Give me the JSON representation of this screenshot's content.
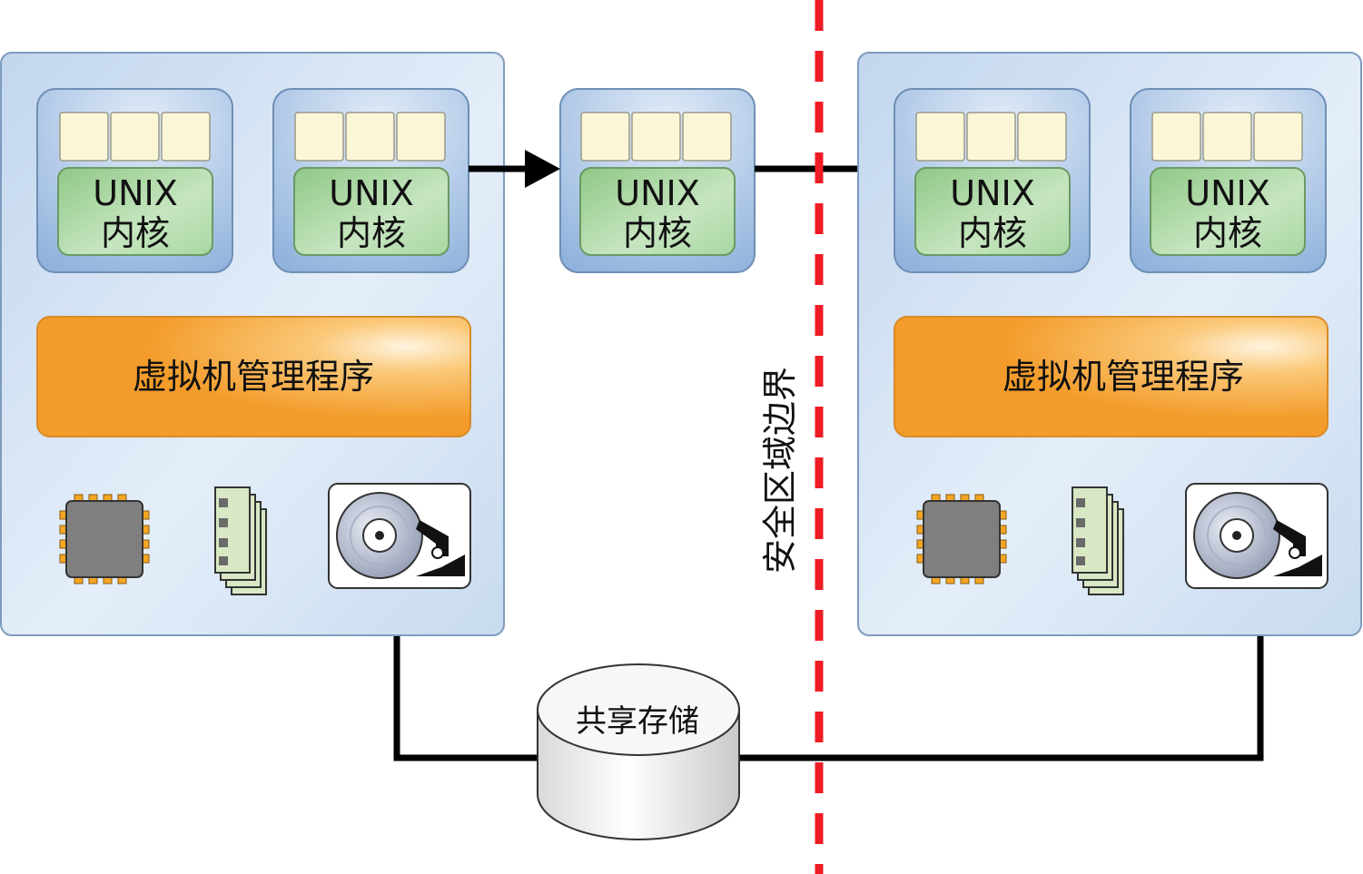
{
  "kernel_label_line1": "UNIX",
  "kernel_label_line2": "内核",
  "hypervisor_label": "虚拟机管理程序",
  "boundary_label": "安全区域边界",
  "storage_label": "共享存储",
  "colors": {
    "host_fill": "#cfe0f1",
    "host_border": "#7e9cbd",
    "domain_fill": "#a9c4e4",
    "kernel_fill": "#a6d4a0",
    "slot_fill": "#fbf6d6",
    "hypervisor_fill": "#f6a63c",
    "boundary_red": "#ee1c25",
    "cpu_pin": "#f5a623",
    "memory_fill": "#d8e8c4"
  },
  "icons": [
    "cpu-chip-icon",
    "memory-module-icon",
    "disk-drive-icon",
    "shared-storage-cylinder-icon",
    "arrow-right-icon"
  ]
}
